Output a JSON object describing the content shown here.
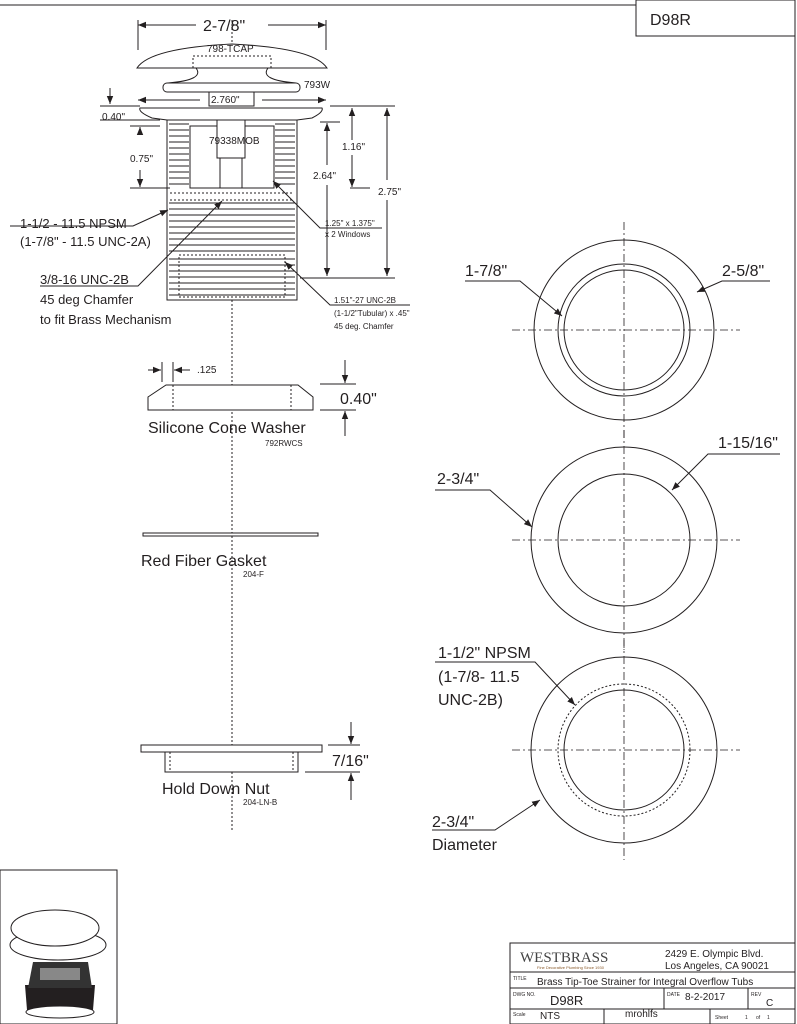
{
  "drawing_number_box": "D98R",
  "main_assembly": {
    "overall_width": "2-7/8\"",
    "cap_part": "798-TCAP",
    "washer_part": "793W",
    "flange_width": "2.760\"",
    "flange_thickness": "0.40\"",
    "mechanism_part": "79338MOB",
    "dim_075": "0.75\"",
    "dim_116": "1.16\"",
    "dim_264": "2.64\"",
    "dim_275": "2.75\"",
    "thread_note": [
      "1-1/2 - 11.5 NPSM",
      "(1-7/8\" - 11.5 UNC-2A)"
    ],
    "inner_thread_note": [
      "3/8-16 UNC-2B",
      "45 deg Chamfer",
      "to fit Brass Mechanism"
    ],
    "windows_note": [
      "1.25\" x 1.375\"",
      "x 2 Windows"
    ],
    "bottom_thread_note": [
      "1.51\"-27 UNC-2B",
      "(1-1/2\"Tubular) x .45\"",
      "45 deg. Chamfer"
    ]
  },
  "cone_washer": {
    "name": "Silicone Cone Washer",
    "part": "792RWCS",
    "dim_width": ".125",
    "dim_height": "0.40\""
  },
  "fiber_gasket": {
    "name": "Red Fiber Gasket",
    "part": "204-F"
  },
  "hold_down_nut": {
    "name": "Hold Down Nut",
    "part": "204-LN-B",
    "dim_height": "7/16\""
  },
  "circles": [
    {
      "inner_label": "1-7/8\"",
      "outer_label": "2-5/8\""
    },
    {
      "outer_label": "2-3/4\"",
      "inner_label": "1-15/16\""
    },
    {
      "thread_label": [
        "1-1/2\" NPSM",
        "(1-7/8- 11.5",
        "UNC-2B)"
      ],
      "outer_label": [
        "2-3/4\"",
        "Diameter"
      ]
    }
  ],
  "title_block": {
    "company": "WESTBRASS",
    "tagline": "Fine Decorative Plumbing Since 1930",
    "address_line1": "2429 E. Olympic Blvd.",
    "address_line2": "Los Angeles, CA 90021",
    "title_label": "TITLE",
    "title": "Brass Tip-Toe Strainer for Integral Overflow Tubs",
    "dwg_label": "DWG NO.",
    "dwg_no": "D98R",
    "date_label": "DATE",
    "date": "8-2-2017",
    "rev_label": "REV",
    "rev": "C",
    "scale_label": "Scale",
    "scale": "NTS",
    "drawn_by": "mrohlfs",
    "sheet_label": "Sheet",
    "sheet": "1",
    "of_label": "of",
    "sheet_total": "1"
  }
}
